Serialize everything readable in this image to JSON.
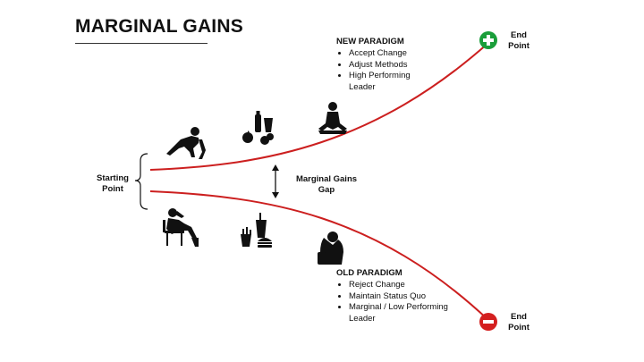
{
  "title": "MARGINAL GAINS",
  "starting_point": [
    "Starting",
    "Point"
  ],
  "end_point_top": [
    "End",
    "Point"
  ],
  "end_point_bottom": [
    "End",
    "Point"
  ],
  "gap_label": [
    "Marginal Gains",
    "Gap"
  ],
  "new_paradigm": {
    "heading": "NEW PARADIGM",
    "items": [
      "Accept Change",
      "Adjust Methods",
      "High Performing Leader"
    ]
  },
  "old_paradigm": {
    "heading": "OLD PARADIGM",
    "items": [
      "Reject Change",
      "Maintain Status Quo",
      "Marginal / Low Performing Leader"
    ]
  },
  "colors": {
    "curve": "#cc1f1f",
    "plus": "#1a9e3a",
    "minus": "#d42020"
  },
  "icons": [
    "runner-ready-icon",
    "healthy-food-icon",
    "meditation-icon",
    "sitting-tired-icon",
    "junk-food-icon",
    "sad-sitting-icon",
    "plus-icon",
    "minus-icon"
  ]
}
